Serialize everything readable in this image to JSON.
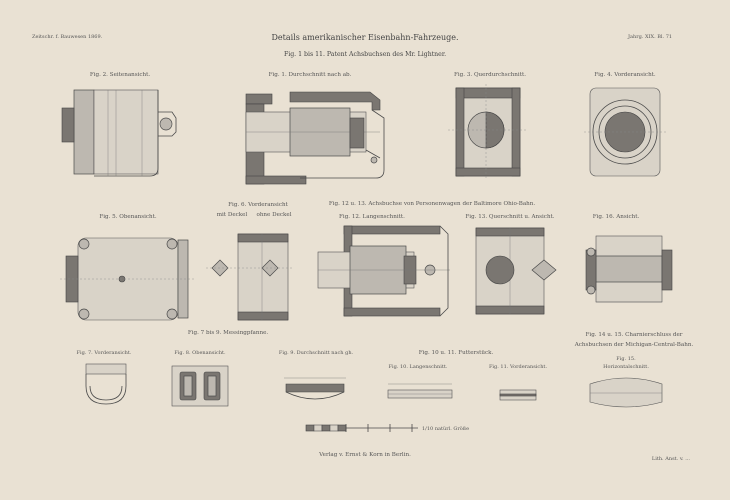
{
  "header": {
    "left_ref": "Zeitschr. f. Bauwesen 1869.",
    "right_ref": "Jahrg. XIX. Bl. 71",
    "title": "Details amerikanischer Eisenbahn-Fahrzeuge.",
    "subtitle": "Fig. 1 bis 11. Patent Achsbuchsen des Mr. Lightner."
  },
  "row1": {
    "fig2": "Fig. 2. Seitenansicht.",
    "fig1": "Fig. 1. Durchschnitt nach ab.",
    "fig3": "Fig. 3. Querdurchschnitt.",
    "fig4": "Fig. 4. Vorderansicht."
  },
  "row2": {
    "fig6": "Fig. 6. Vorderansicht",
    "fig6b_left": "mit Deckel",
    "fig6b_right": "ohne Deckel",
    "fig5": "Fig. 5. Obenansicht.",
    "group_title": "Fig. 12 u. 13. Achsbuchse von Personenwagen der Baltimore Ohio-Bahn.",
    "fig12": "Fig. 12. Langenschnitt.",
    "fig13": "Fig. 13. Querschnitt u. Ansicht.",
    "fig16": "Fig. 16. Ansicht."
  },
  "row3": {
    "group_left": "Fig. 7 bis 9. Messingpfanne.",
    "group_mid": "Fig. 10 u. 11. Futterstück.",
    "group_right_1": "Fig. 14 u. 15. Charnierschluss der",
    "group_right_2": "Achsbuchsen der Michigan-Central-Bahn.",
    "fig7": "Fig. 7. Vorderansicht.",
    "fig8": "Fig. 8. Obenansicht.",
    "fig9": "Fig. 9. Durchschnitt nach gh.",
    "fig10": "Fig. 10. Langenschnitt.",
    "fig11": "Fig. 11. Vorderansicht.",
    "fig15a": "Fig. 15.",
    "fig15b": "Horizontalschnitt."
  },
  "scale": {
    "label": "1/10 natürl. Größe"
  },
  "footer": {
    "publisher": "Verlag v. Ernst & Korn in Berlin.",
    "engraver": "Lith. Anst. v. ..."
  }
}
